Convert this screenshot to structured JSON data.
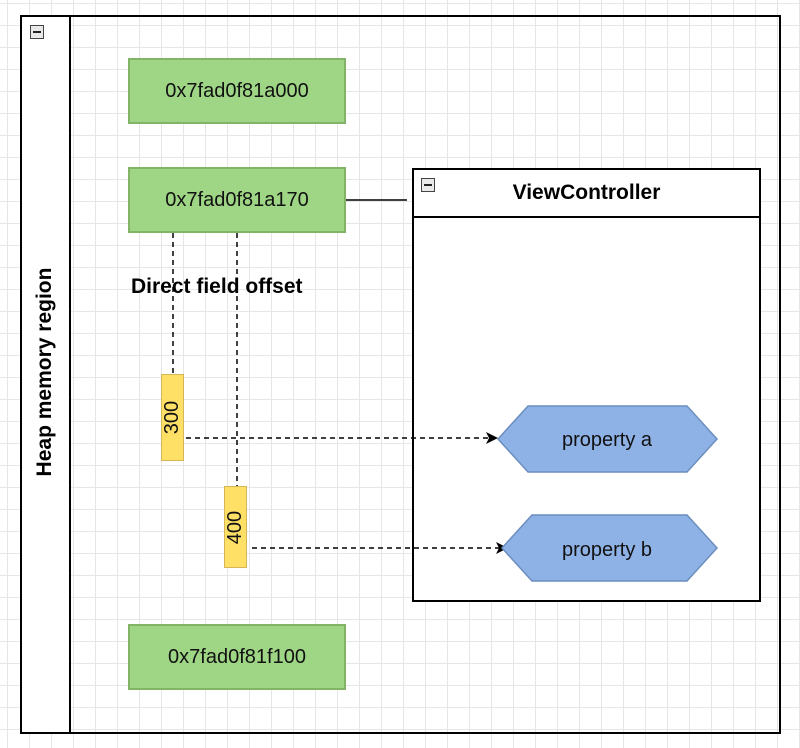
{
  "region": {
    "title": "Heap memory region"
  },
  "addresses": [
    "0x7fad0f81a000",
    "0x7fad0f81a170",
    "0x7fad0f81f100"
  ],
  "view_controller": {
    "title": "ViewController"
  },
  "offset_label": "Direct field offset",
  "offsets": [
    "300",
    "400"
  ],
  "properties": [
    "property a",
    "property b"
  ],
  "colors": {
    "address_fill": "#9fd685",
    "address_stroke": "#82b366",
    "offset_fill": "#ffe066",
    "offset_stroke": "#d6b656",
    "property_fill": "#8fb2e6",
    "property_stroke": "#6c8ebf"
  }
}
